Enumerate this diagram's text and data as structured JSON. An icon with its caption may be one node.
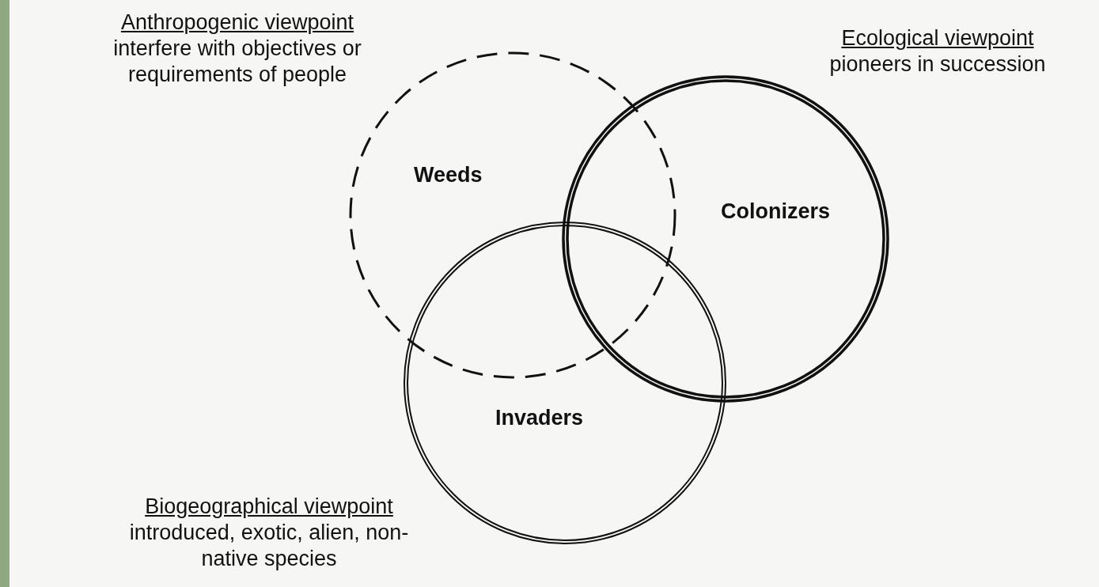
{
  "diagram": {
    "nodes": [
      {
        "text": [
          "Weeds"
        ],
        "beside": [
          "Anthropogenic viewpoint",
          "interfere with objectives or requirements of people"
        ]
      },
      {
        "text": [
          "Colonizers"
        ],
        "beside": [
          "Ecological viewpoint",
          "pioneers in succession"
        ]
      },
      {
        "text": [
          "Invaders"
        ],
        "beside": [
          "Biogeographical viewpoint",
          "introduced, exotic, alien, non-native species"
        ]
      }
    ],
    "edges": []
  }
}
